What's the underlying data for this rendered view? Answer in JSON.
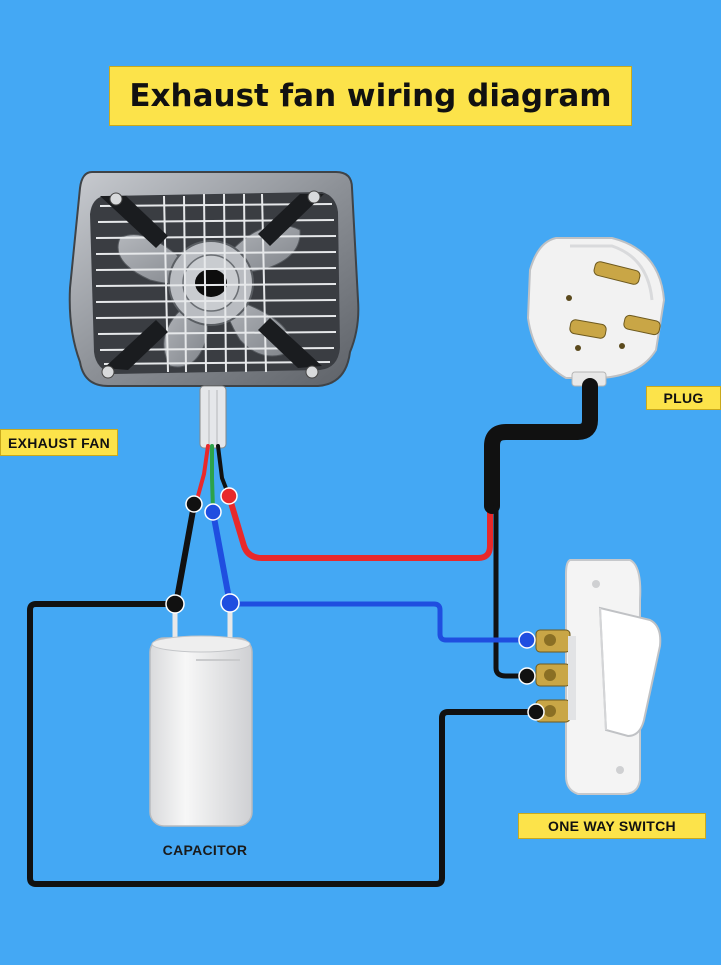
{
  "title": "Exhaust fan wiring diagram",
  "labels": {
    "exhaust_fan": "EXHAUST FAN",
    "plug": "PLUG",
    "capacitor": "CAPACITOR",
    "one_way_switch": "ONE WAY SWITCH"
  },
  "colors": {
    "background": "#44a8f4",
    "label_fill": "#fce34a",
    "wire_black": "#111111",
    "wire_red": "#e8292b",
    "wire_blue": "#1f4ee0"
  }
}
